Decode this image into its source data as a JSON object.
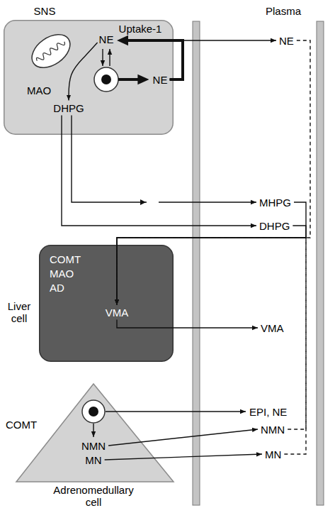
{
  "diagram": {
    "nodes": [
      {
        "text": [
          "SNS",
          "MAO"
        ]
      },
      {
        "text": [
          "NE"
        ],
        "in": 0
      },
      {
        "text": [
          "DHPG"
        ],
        "in": 0
      },
      {
        "text": [
          "NE"
        ],
        "in": 0
      },
      {
        "text": [
          "NE"
        ]
      },
      {
        "text": [
          "MHPG"
        ]
      },
      {
        "text": [
          "DHPG"
        ]
      },
      {
        "text": [
          "Liver cell",
          "COMT",
          "MAO",
          "AD"
        ]
      },
      {
        "text": [
          "VMA"
        ],
        "in": 7
      },
      {
        "text": [
          "VMA"
        ]
      },
      {
        "text": [
          "COMT",
          "Adrenomedullary cell"
        ]
      },
      {
        "text": [
          "NMN"
        ],
        "in": 10
      },
      {
        "text": [
          "MN"
        ],
        "in": 10
      },
      {
        "text": [
          "EPI, NE"
        ]
      },
      {
        "text": [
          "NMN"
        ]
      },
      {
        "text": [
          "MN"
        ]
      }
    ],
    "edges": [
      {
        "from": 1,
        "to": 2,
        "arrow": "to"
      },
      {
        "from": 3,
        "to": 1,
        "arrow": "to"
      },
      {
        "from": 3,
        "to": 4,
        "arrow": "to"
      },
      {
        "from": 2,
        "to": 5,
        "arrow": "to"
      },
      {
        "from": 2,
        "to": 6,
        "arrow": "to"
      },
      {
        "from": 4,
        "to": 8,
        "arrow": "to"
      },
      {
        "from": 5,
        "to": 8,
        "arrow": "to"
      },
      {
        "from": 6,
        "to": 8,
        "arrow": "to"
      },
      {
        "from": 8,
        "to": 9,
        "arrow": "to"
      },
      {
        "from": 11,
        "to": 14,
        "arrow": "to"
      },
      {
        "from": 12,
        "to": 15,
        "arrow": "to"
      },
      {
        "from": 14,
        "to": 8,
        "arrow": "to"
      },
      {
        "from": 15,
        "to": 8,
        "arrow": "to"
      }
    ],
    "labels": [
      "Uptake-1",
      "Plasma"
    ]
  }
}
